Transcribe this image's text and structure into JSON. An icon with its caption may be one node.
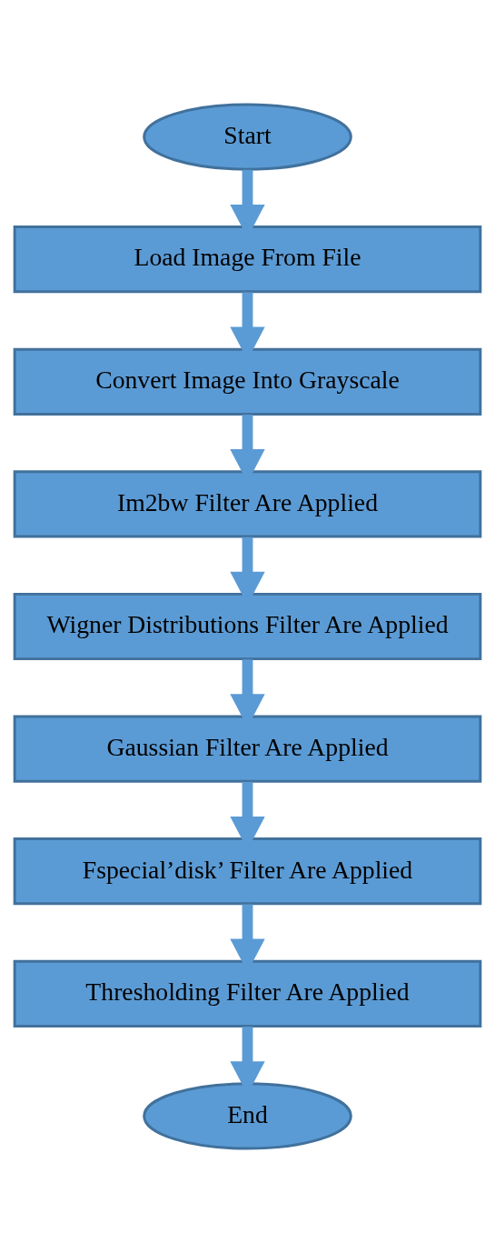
{
  "diagram": {
    "nodes": [
      {
        "text": [
          "Start"
        ]
      },
      {
        "text": [
          "Load Image From File"
        ]
      },
      {
        "text": [
          "Convert Image Into Grayscale"
        ]
      },
      {
        "text": [
          "Im2bw Filter Are Applied"
        ]
      },
      {
        "text": [
          "Wigner Distributions Filter Are Applied"
        ]
      },
      {
        "text": [
          "Gaussian Filter Are Applied"
        ]
      },
      {
        "text": [
          "Fspecial’disk’ Filter Are Applied"
        ]
      },
      {
        "text": [
          "Thresholding Filter Are Applied"
        ]
      },
      {
        "text": [
          "End"
        ]
      }
    ],
    "edges": [
      {
        "from": 0,
        "to": 1,
        "arrow": "to"
      },
      {
        "from": 1,
        "to": 2,
        "arrow": "to"
      },
      {
        "from": 2,
        "to": 3,
        "arrow": "to"
      },
      {
        "from": 3,
        "to": 4,
        "arrow": "to"
      },
      {
        "from": 4,
        "to": 5,
        "arrow": "to"
      },
      {
        "from": 5,
        "to": 6,
        "arrow": "to"
      },
      {
        "from": 6,
        "to": 7,
        "arrow": "to"
      },
      {
        "from": 7,
        "to": 8,
        "arrow": "to"
      }
    ]
  }
}
